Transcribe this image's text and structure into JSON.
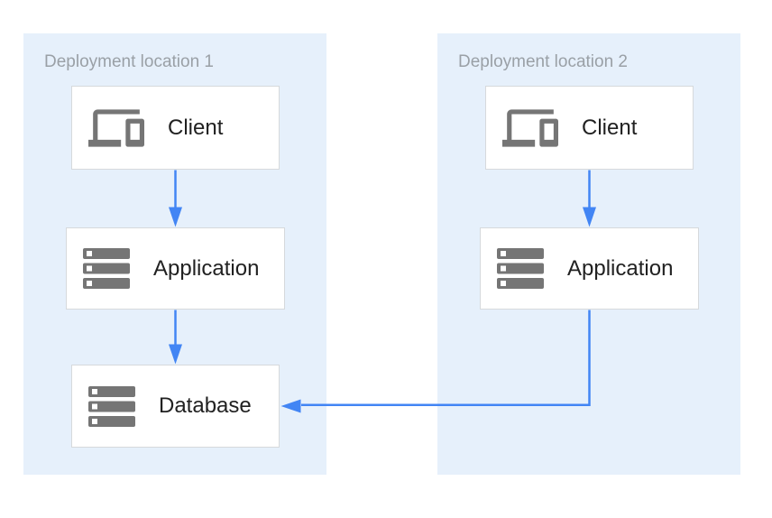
{
  "diagram": {
    "type": "architecture-diagram",
    "zones": [
      {
        "label": "Deployment location 1",
        "nodes": [
          {
            "label": "Client",
            "icon": "devices-icon"
          },
          {
            "label": "Application",
            "icon": "server-stack-icon"
          },
          {
            "label": "Database",
            "icon": "server-stack-icon"
          }
        ]
      },
      {
        "label": "Deployment location 2",
        "nodes": [
          {
            "label": "Client",
            "icon": "devices-icon"
          },
          {
            "label": "Application",
            "icon": "server-stack-icon"
          }
        ]
      }
    ],
    "edges": [
      {
        "from": "zone1-client",
        "to": "zone1-application",
        "style": "straight-down-arrow"
      },
      {
        "from": "zone1-application",
        "to": "zone1-database",
        "style": "straight-down-arrow"
      },
      {
        "from": "zone2-client",
        "to": "zone2-application",
        "style": "straight-down-arrow"
      },
      {
        "from": "zone2-application",
        "to": "zone1-database",
        "style": "elbow-left-arrow"
      }
    ],
    "colors": {
      "zone_fill": "#E6F0FB",
      "arrow_blue": "#4285F4",
      "box_border": "#D6D9DC",
      "box_fill": "#FFFFFF",
      "icon_gray": "#757575",
      "zone_label_gray": "#9AA0A6",
      "node_text": "#212121"
    }
  }
}
